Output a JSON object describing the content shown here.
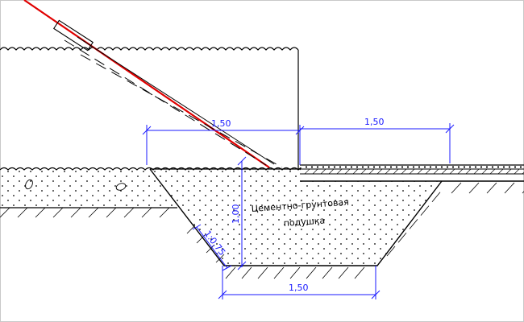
{
  "colors": {
    "background": "#ffffff",
    "outline": "#000000",
    "dimension": "#1a1aff",
    "pipe": "#e00000",
    "frame": "#c8c8c8"
  },
  "dimensions": {
    "upper_left": "1,50",
    "upper_right": "1,50",
    "trench_depth": "1,00",
    "slope": "1:0,75",
    "trench_bottom": "1,50"
  },
  "labels": {
    "cushion_line1": "Цементно-грунтовая",
    "cushion_line2": "подушка"
  }
}
